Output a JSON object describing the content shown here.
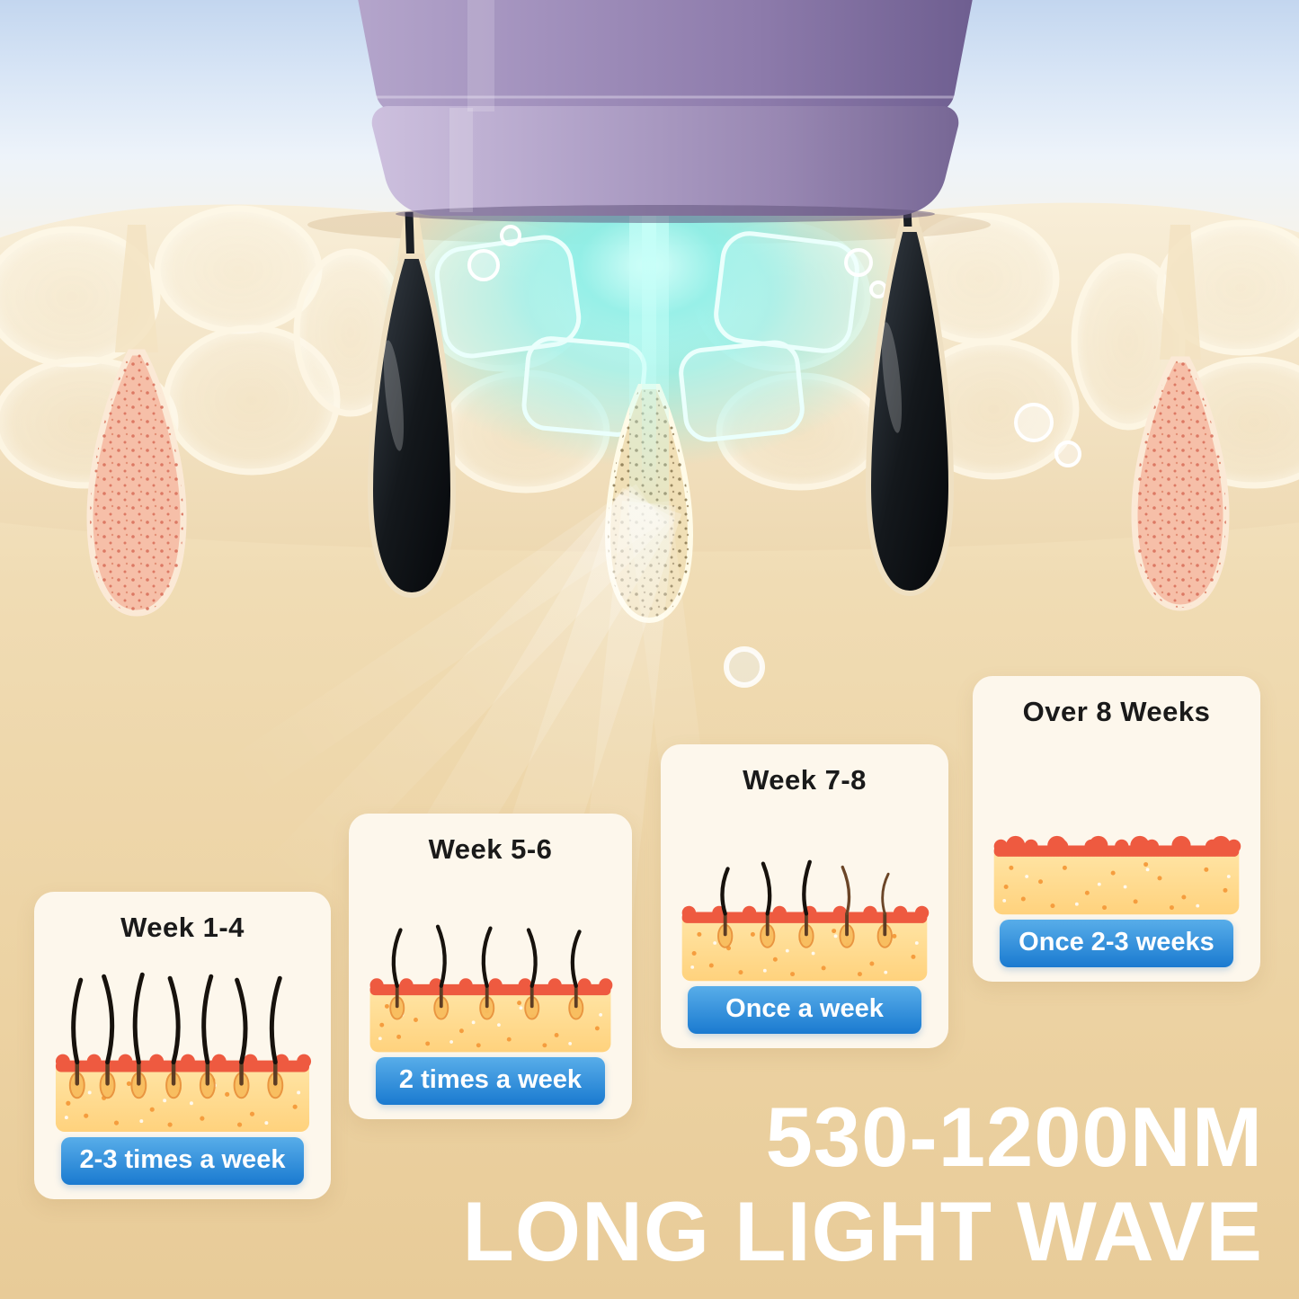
{
  "cards": [
    {
      "title": "Week 1-4",
      "badge": "2-3 times a week"
    },
    {
      "title": "Week 5-6",
      "badge": "2 times a week"
    },
    {
      "title": "Week 7-8",
      "badge": "Once a week"
    },
    {
      "title": "Over 8 Weeks",
      "badge": "Once 2-3 weeks"
    }
  ],
  "footer": {
    "line1": "530-1200NM",
    "line2": "LONG LIGHT WAVE"
  },
  "colors": {
    "badge_blue": "#1f86d6",
    "card_background": "#fdf7ec",
    "device_purple": "#9c8ab8",
    "glow_cyan": "#7de9e1",
    "skin_tan": "#f0dcb4",
    "footer_text": "#ffffff"
  }
}
